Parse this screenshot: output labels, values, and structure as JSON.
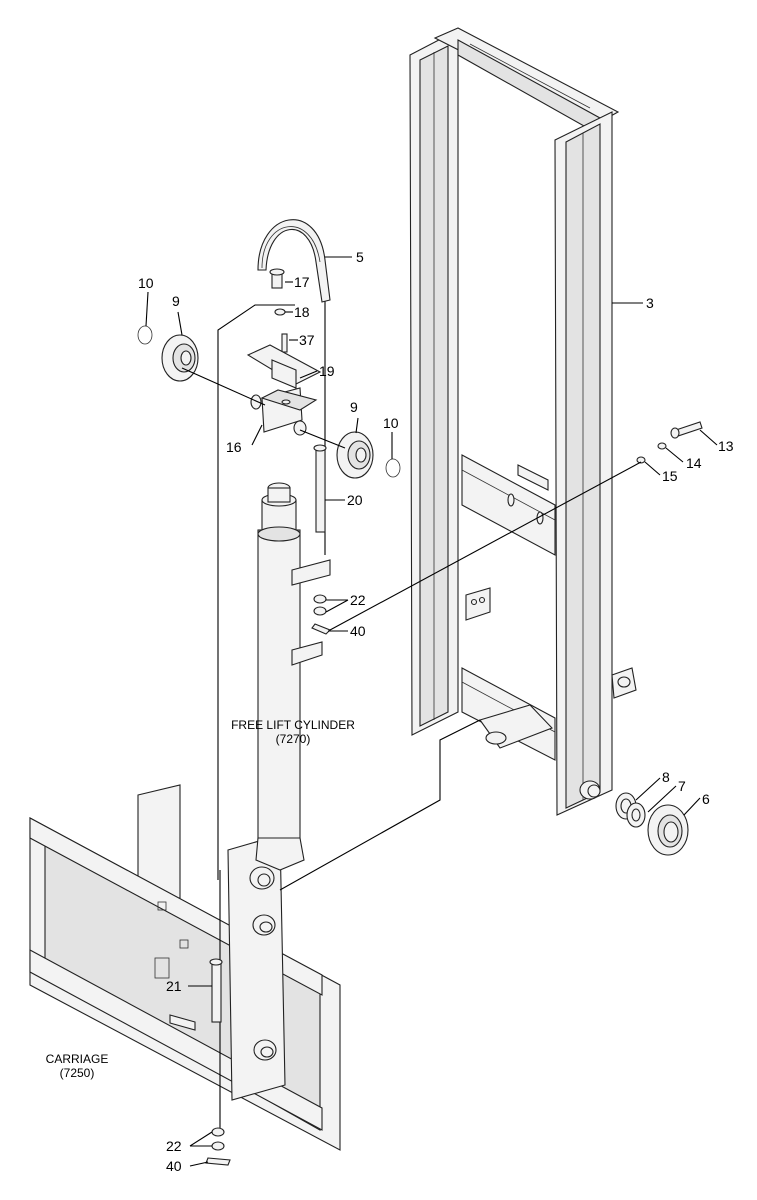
{
  "callouts": [
    "3",
    "5",
    "6",
    "7",
    "8",
    "9",
    "9",
    "10",
    "10",
    "13",
    "14",
    "15",
    "16",
    "17",
    "18",
    "19",
    "20",
    "21",
    "22",
    "22",
    "37",
    "40",
    "40"
  ],
  "captions": {
    "free_lift_cylinder": "FREE LIFT CYLINDER",
    "free_lift_cylinder_code": "(7270)",
    "carriage": "CARRIAGE",
    "carriage_code": "(7250)"
  }
}
